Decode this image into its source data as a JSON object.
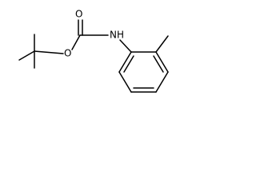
{
  "structure": {
    "atoms": {
      "oxygen_carbonyl": "O",
      "oxygen_ester": "O",
      "amine": "NH"
    }
  },
  "colors": {
    "ink": "#000000",
    "background": "#ffffff"
  }
}
